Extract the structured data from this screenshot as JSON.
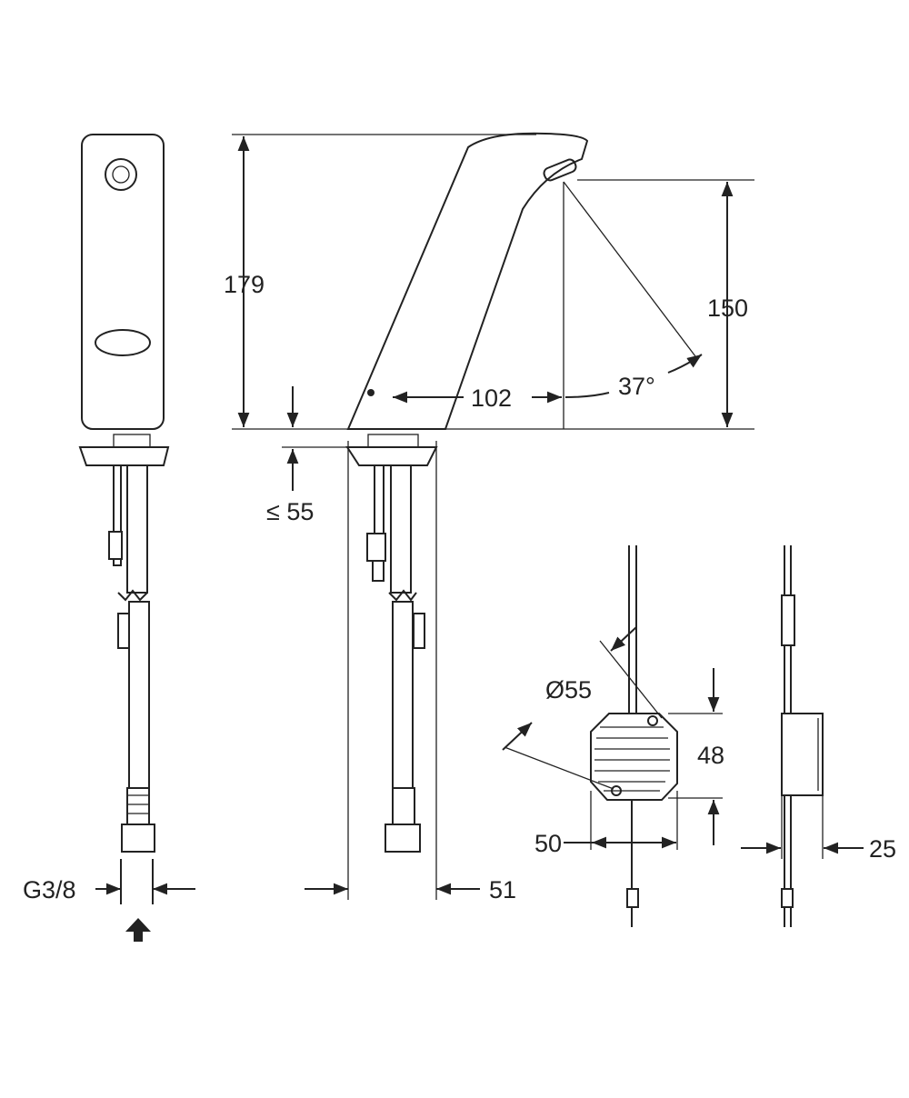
{
  "title": "Sensor basin faucet dimension drawing",
  "dimensions": {
    "height_total": "179",
    "height_spout": "150",
    "reach": "102",
    "angle": "37°",
    "deck_thickness": "≤ 55",
    "thread": "G3/8",
    "base_width": "51",
    "box_diameter": "Ø55",
    "box_height": "48",
    "box_width": "50",
    "box_depth": "25"
  },
  "colors": {
    "line": "#222222",
    "background": "#ffffff"
  }
}
